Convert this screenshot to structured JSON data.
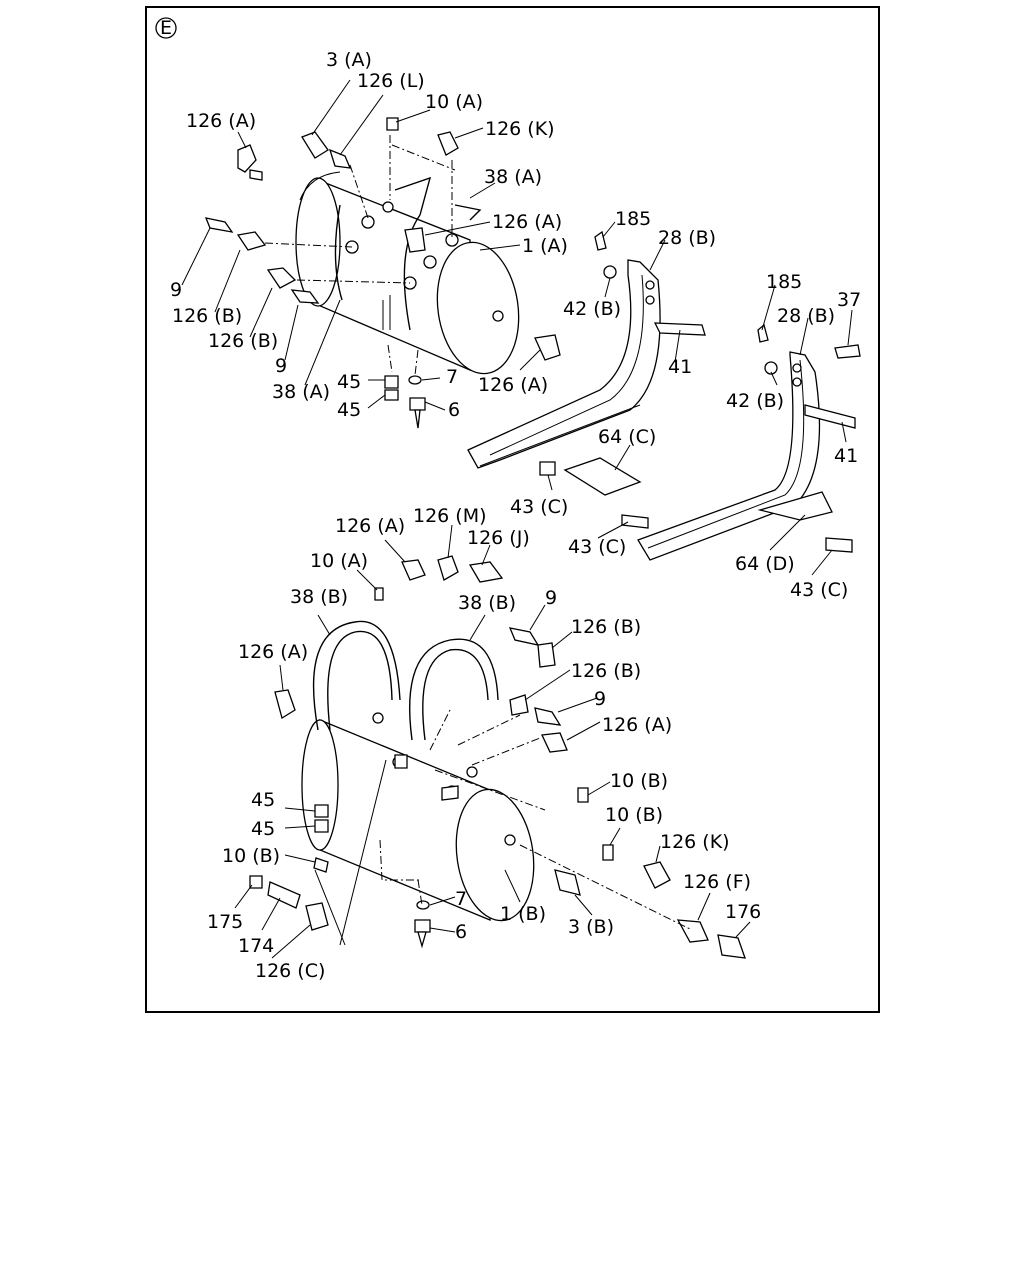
{
  "section_marker": "E",
  "callouts": {
    "c_3A": "3 (A)",
    "c_126L": "126 (L)",
    "c_10A_top": "10 (A)",
    "c_126A_tl": "126 (A)",
    "c_126K_top": "126 (K)",
    "c_38A_top": "38 (A)",
    "c_126A_mid": "126 (A)",
    "c_1A": "1 (A)",
    "c_185_a": "185",
    "c_28B_a": "28 (B)",
    "c_9_a": "9",
    "c_126B_a": "126 (B)",
    "c_126B_b": "126 (B)",
    "c_9_b": "9",
    "c_38A_bot": "38 (A)",
    "c_42B_a": "42 (B)",
    "c_41_a": "41",
    "c_45_a": "45",
    "c_45_b": "45",
    "c_7_a": "7",
    "c_6_a": "6",
    "c_126A_end": "126 (A)",
    "c_185_b": "185",
    "c_28B_b": "28 (B)",
    "c_37": "37",
    "c_42B_b": "42 (B)",
    "c_41_b": "41",
    "c_64C": "64 (C)",
    "c_43C_a": "43 (C)",
    "c_43C_b": "43 (C)",
    "c_64D": "64 (D)",
    "c_43C_c": "43 (C)",
    "c_126A_b1": "126 (A)",
    "c_126M": "126 (M)",
    "c_126J": "126 (J)",
    "c_10A_b": "10 (A)",
    "c_38B_a": "38 (B)",
    "c_38B_b": "38 (B)",
    "c_9_c": "9",
    "c_126B_c": "126 (B)",
    "c_126A_b2": "126 (A)",
    "c_126B_d": "126 (B)",
    "c_9_d": "9",
    "c_126A_b3": "126 (A)",
    "c_10B_a": "10 (B)",
    "c_45_c": "45",
    "c_45_d": "45",
    "c_10B_b": "10 (B)",
    "c_10B_c": "10 (B)",
    "c_126K_b": "126 (K)",
    "c_175": "175",
    "c_7_b": "7",
    "c_126F": "126 (F)",
    "c_176": "176",
    "c_174": "174",
    "c_6_b": "6",
    "c_1B": "1 (B)",
    "c_3B": "3 (B)",
    "c_126C": "126 (C)"
  }
}
